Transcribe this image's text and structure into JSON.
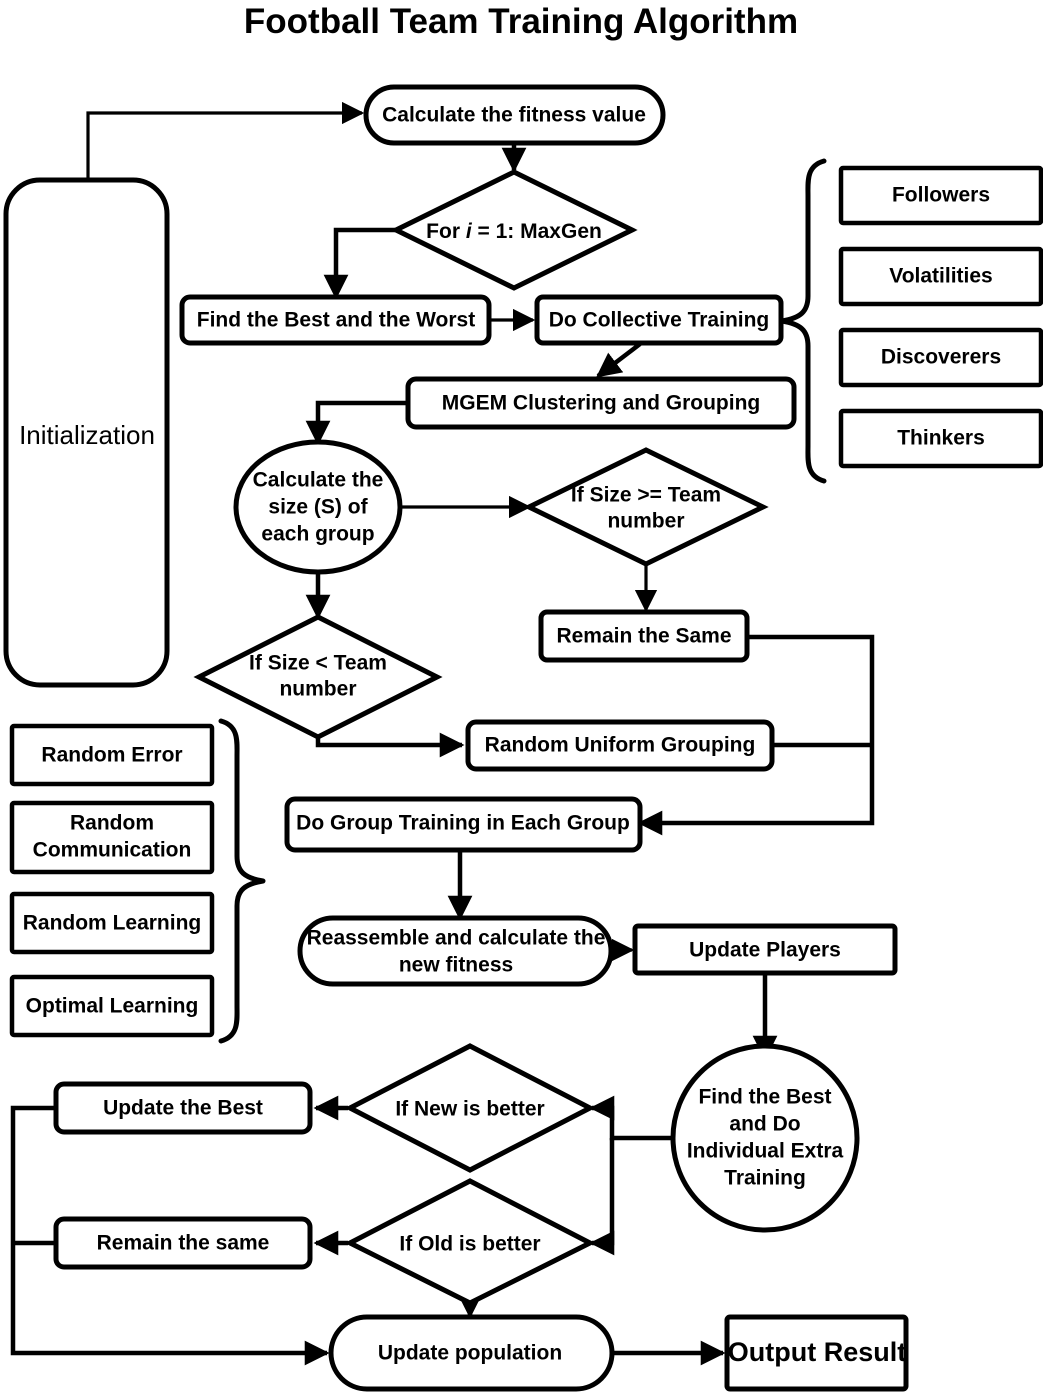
{
  "title": "Football Team Training Algorithm",
  "colors": {
    "stroke": "#000000",
    "fill": "#ffffff",
    "background": "#ffffff"
  },
  "nodes": {
    "initialization": {
      "label": "Initialization",
      "shape": "rounded-rect"
    },
    "calc_fitness": {
      "label": "Calculate the fitness value",
      "shape": "stadium"
    },
    "for_loop": {
      "label_prefix": "For ",
      "label_var": "i",
      "label_suffix": " = 1: MaxGen",
      "shape": "diamond"
    },
    "find_best_worst": {
      "label": "Find the Best and the Worst",
      "shape": "rounded-rect"
    },
    "do_collective_training": {
      "label": "Do Collective Training",
      "shape": "rounded-rect"
    },
    "mgem": {
      "label": "MGEM Clustering and Grouping",
      "shape": "rounded-rect"
    },
    "calc_size": {
      "line1": "Calculate the",
      "line2": "size (S) of",
      "line3": "each group",
      "shape": "circle"
    },
    "if_size_ge": {
      "line1": "If Size >= Team",
      "line2": "number",
      "shape": "diamond"
    },
    "if_size_lt": {
      "line1": "If Size < Team",
      "line2": "number",
      "shape": "diamond"
    },
    "remain_same_upper": {
      "label": "Remain the Same",
      "shape": "rounded-rect"
    },
    "random_uniform_grouping": {
      "label": "Random Uniform Grouping",
      "shape": "rounded-rect"
    },
    "do_group_training": {
      "label": "Do Group Training in Each Group",
      "shape": "rounded-rect"
    },
    "reassemble": {
      "line1": "Reassemble and calculate the",
      "line2": "new fitness",
      "shape": "stadium"
    },
    "update_players": {
      "label": "Update Players",
      "shape": "rect"
    },
    "find_best_individual": {
      "line1": "Find the Best",
      "line2": "and Do",
      "line3": "Individual Extra",
      "line4": "Training",
      "shape": "circle"
    },
    "if_new_better": {
      "label": "If New is better",
      "shape": "diamond"
    },
    "if_old_better": {
      "label": "If Old is better",
      "shape": "diamond"
    },
    "update_best": {
      "label": "Update the Best",
      "shape": "rounded-rect"
    },
    "remain_same_lower": {
      "label": "Remain the same",
      "shape": "rounded-rect"
    },
    "update_population": {
      "label": "Update population",
      "shape": "stadium"
    },
    "output_result": {
      "label": "Output Result",
      "shape": "rect"
    }
  },
  "collective_training_group": {
    "brace": "right-to-left-curly-brace",
    "items": [
      {
        "label": "Followers"
      },
      {
        "label": "Volatilities"
      },
      {
        "label": "Discoverers"
      },
      {
        "label": "Thinkers"
      }
    ]
  },
  "group_training_group": {
    "brace": "left-to-right-curly-brace",
    "items": [
      {
        "label": "Random Error"
      },
      {
        "line1": "Random",
        "line2": "Communication"
      },
      {
        "label": "Random Learning"
      },
      {
        "label": "Optimal Learning"
      }
    ]
  }
}
